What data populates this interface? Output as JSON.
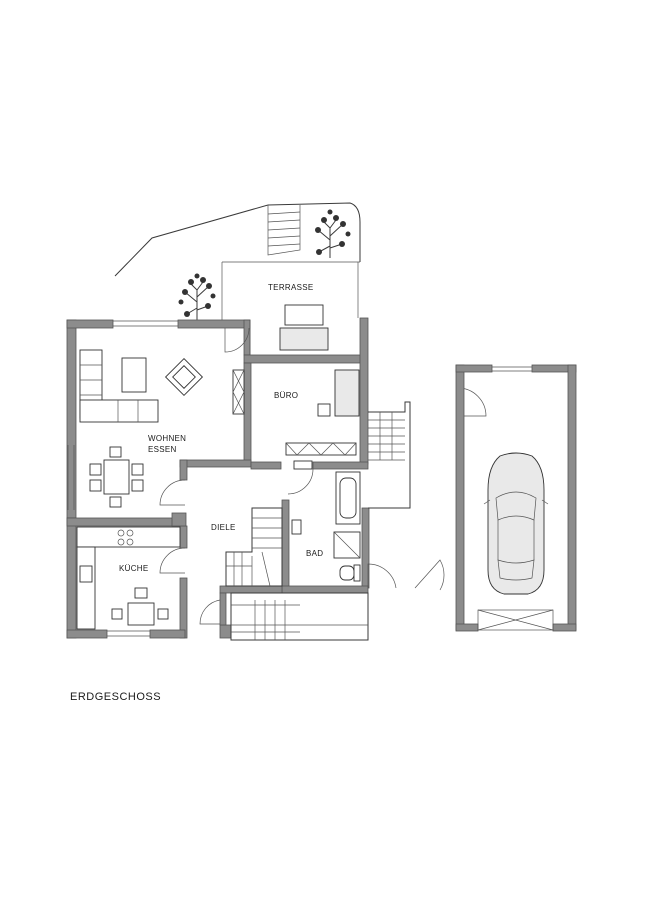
{
  "floor_title": "ERDGESCHOSS",
  "rooms": {
    "terrasse": "TERRASSE",
    "buero": "BÜRO",
    "wohnen": "WOHNEN",
    "essen": "ESSEN",
    "diele": "DIELE",
    "bad": "BAD",
    "kueche": "KÜCHE"
  },
  "colors": {
    "wall": "#8c8c8c",
    "line": "#3a3a3a",
    "background": "#ffffff"
  },
  "icons": [
    "tree-icon",
    "car-icon",
    "stairs-icon",
    "door-swing-icon"
  ]
}
